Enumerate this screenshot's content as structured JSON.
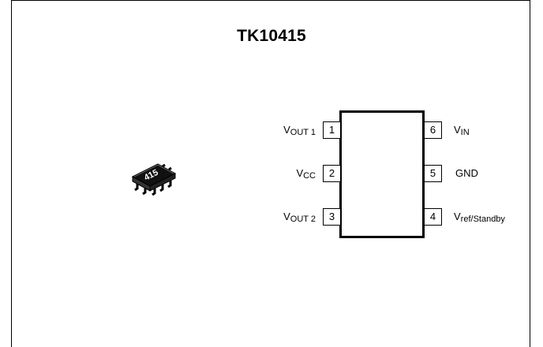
{
  "title": "TK10415",
  "package": {
    "marking": "415"
  },
  "pins": [
    {
      "number": "1",
      "prefix": "V",
      "label_main": "OUT 1",
      "side": "left"
    },
    {
      "number": "2",
      "prefix": "V",
      "label_main": "CC",
      "side": "left"
    },
    {
      "number": "3",
      "prefix": "V",
      "label_main": "OUT 2",
      "side": "left"
    },
    {
      "number": "4",
      "prefix": "V",
      "label_main": "ref/Standby",
      "side": "right"
    },
    {
      "number": "5",
      "prefix": "",
      "label_main": "GND",
      "side": "right"
    },
    {
      "number": "6",
      "prefix": "V",
      "label_main": "IN",
      "side": "right"
    }
  ]
}
